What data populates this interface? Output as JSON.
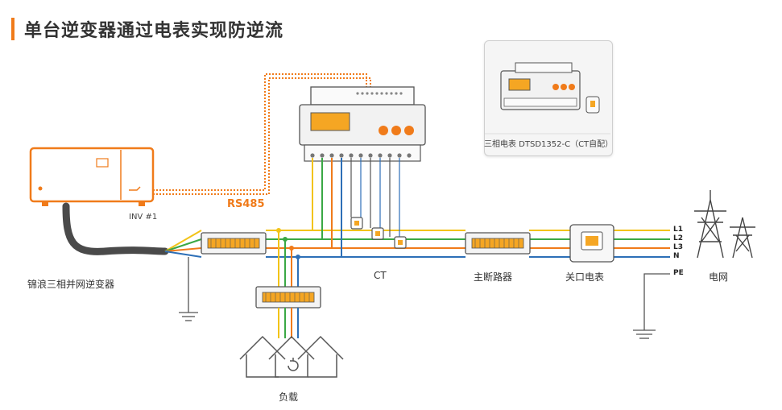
{
  "title": "单台逆变器通过电表实现防逆流",
  "labels": {
    "inverter_id": "INV #1",
    "inverter_name": "锦浪三相并网逆变器",
    "rs485": "RS485",
    "ct": "CT",
    "main_breaker": "主断路器",
    "gateway_meter": "关口电表",
    "grid": "电网",
    "load": "负载",
    "meter_caption": "三相电表 DTSD1352-C（CT自配）"
  },
  "line_labels": [
    "L1",
    "L2",
    "L3",
    "N",
    "PE"
  ],
  "colors": {
    "accent": "#f07b1a",
    "L1": "#f2c318",
    "L2": "#3aa845",
    "L3": "#f07b1a",
    "N": "#2d6fb7"
  }
}
